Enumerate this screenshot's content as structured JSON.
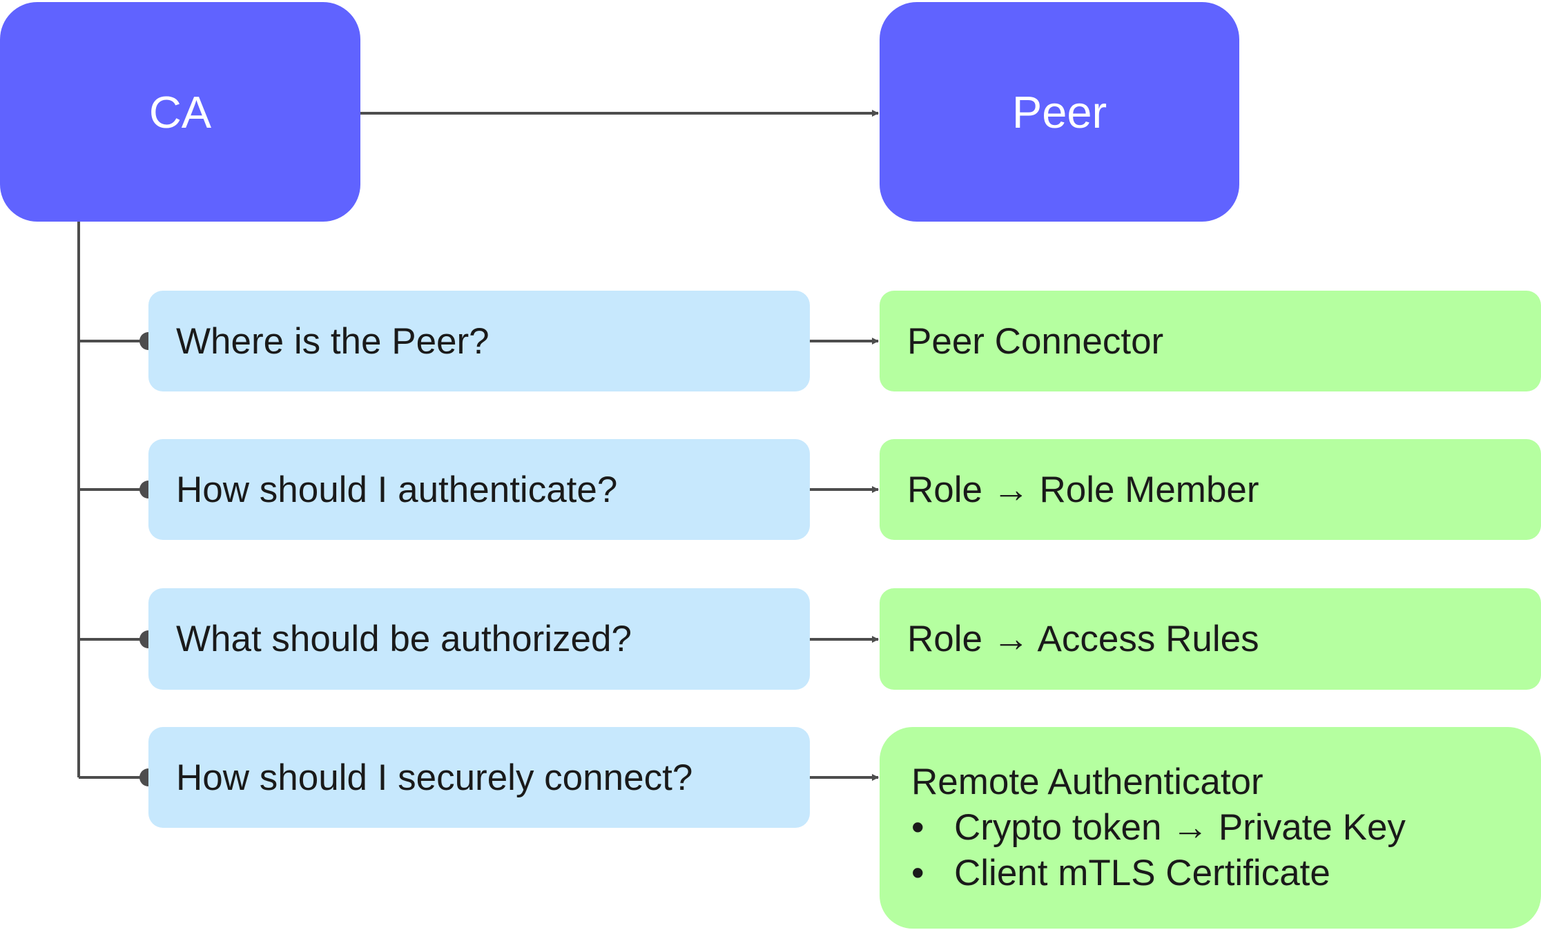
{
  "colors": {
    "main_box": "#6063ff",
    "question_box": "#c7e8fd",
    "answer_box": "#b5ffa0",
    "connector": "#4d4d4d",
    "text_dark": "#1a1a1a",
    "text_light": "#ffffff"
  },
  "nodes": {
    "ca": {
      "label": "CA"
    },
    "peer": {
      "label": "Peer"
    }
  },
  "questions": [
    {
      "label": "Where is the Peer?"
    },
    {
      "label": "How should I authenticate?"
    },
    {
      "label": "What should be authorized?"
    },
    {
      "label": "How should I securely connect?"
    }
  ],
  "answers": [
    {
      "label": "Peer Connector"
    },
    {
      "label": "Role → Role Member"
    },
    {
      "label": "Role → Access Rules"
    },
    {
      "label": "Remote Authenticator",
      "bullet_glyph": "•",
      "bullets": [
        "Crypto token → Private Key",
        "Client mTLS Certificate"
      ]
    }
  ]
}
